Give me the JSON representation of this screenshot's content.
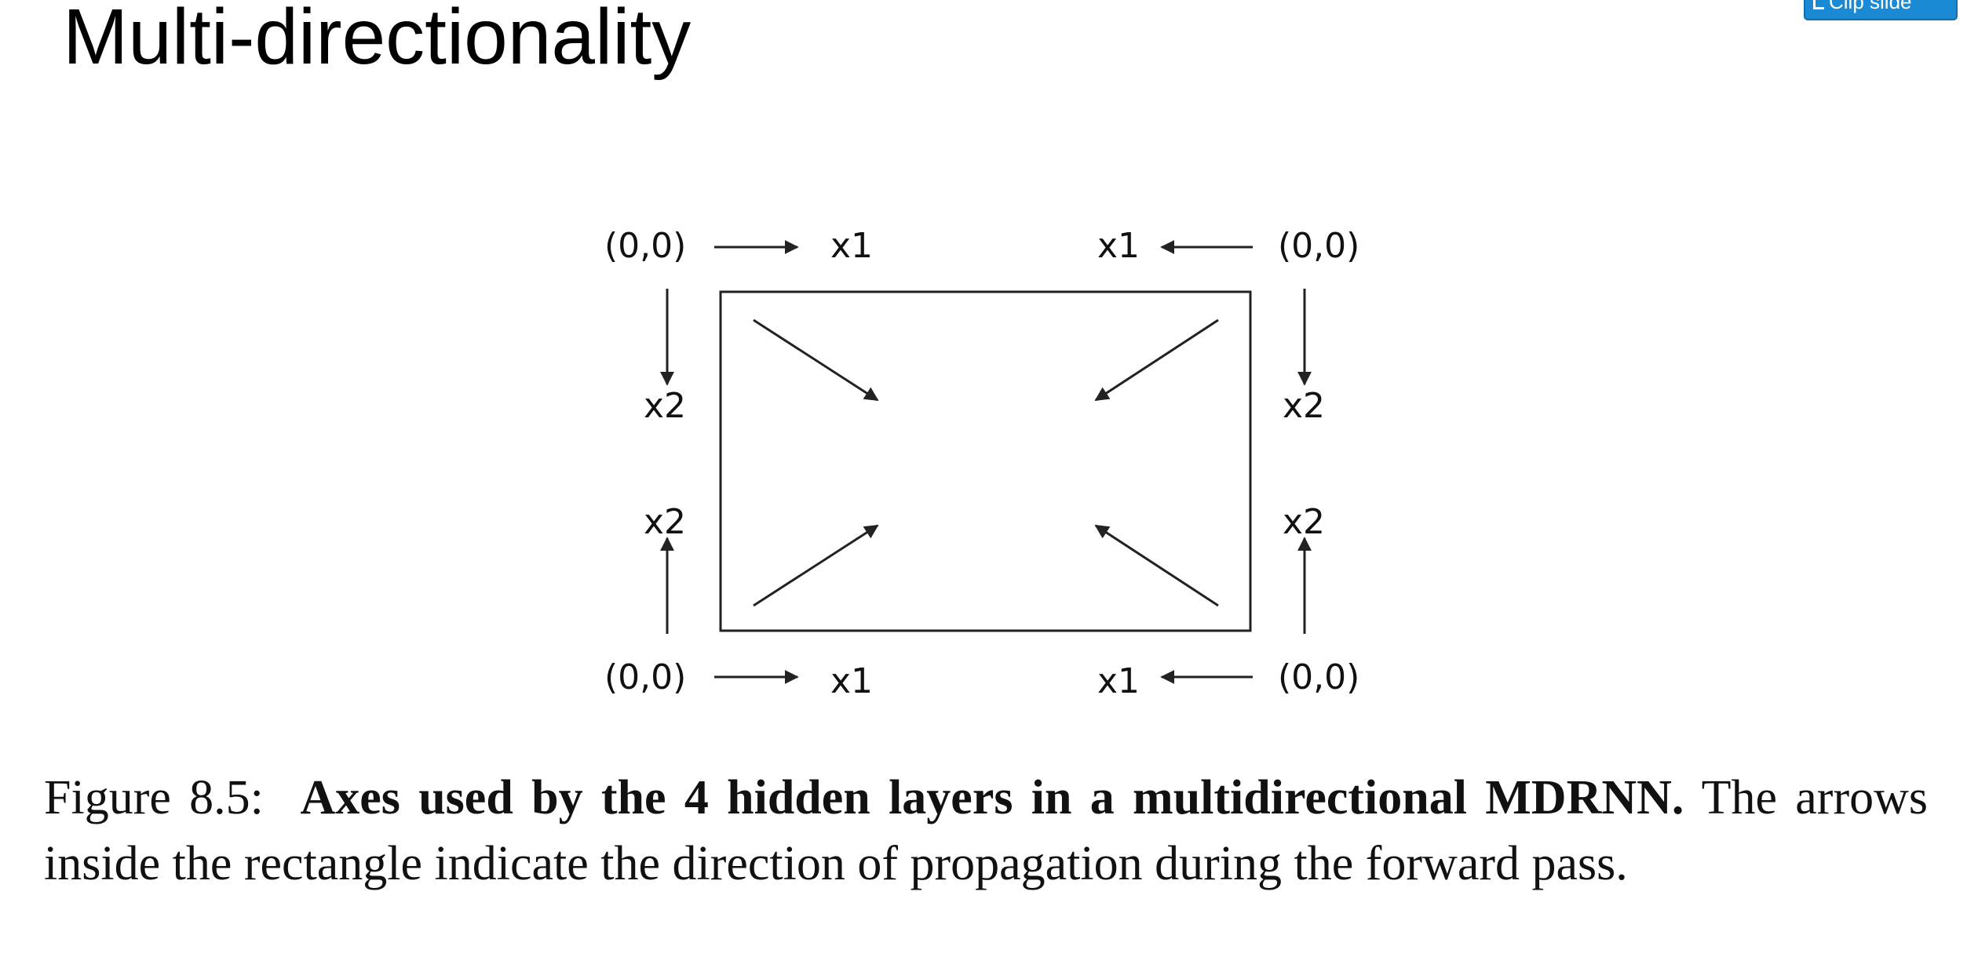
{
  "slide": {
    "title": "Multi-directionality",
    "clip_button_label": "Clip slide"
  },
  "figure": {
    "origin_label": "(0,0)",
    "x1_label": "x1",
    "x2_label": "x2",
    "caption_prefix": "Figure 8.5:",
    "caption_bold": "Axes used by the 4 hidden layers in a multidirectional MDRNN.",
    "caption_rest": "The arrows inside the rectangle indicate the direction of propagation during the forward pass."
  },
  "colors": {
    "clip_button": "#1a8ad4",
    "stroke": "#222222"
  }
}
